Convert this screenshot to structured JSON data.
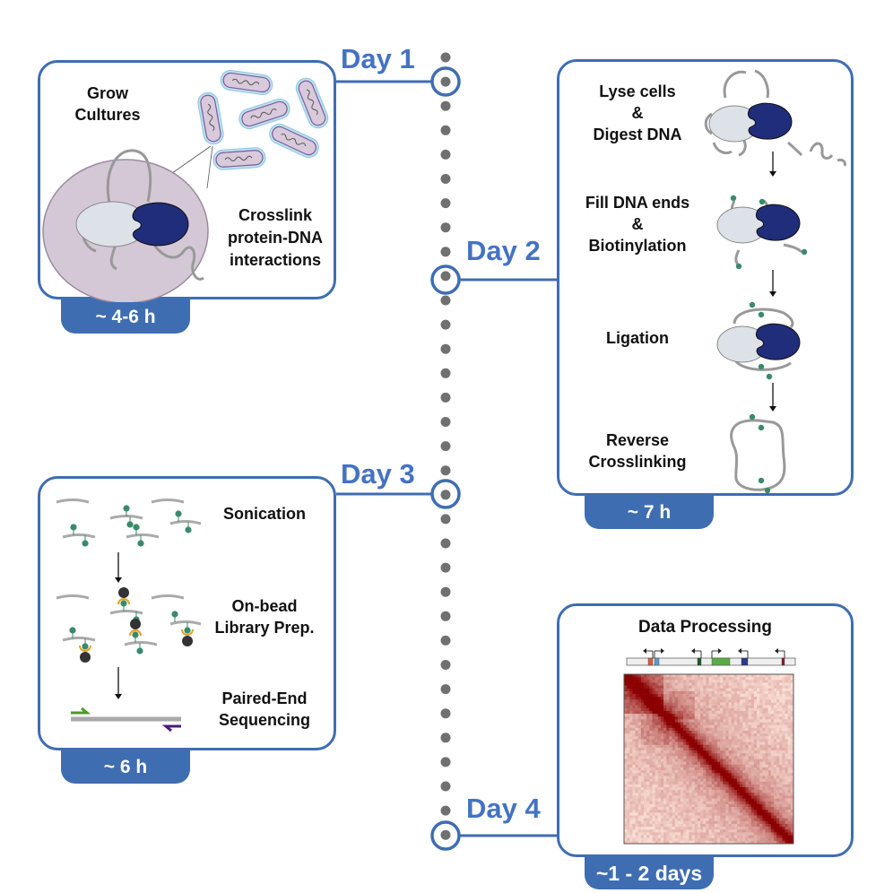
{
  "colors": {
    "accent": "#3f6db2",
    "day_label": "#4472c4",
    "timeline_dot": "#707070",
    "protein_dark": "#1f2d7a",
    "protein_light": "#dde2e8",
    "cell_fill": "#d5c8d6",
    "biotin": "#3a8a6a",
    "bead": "#333333",
    "streptavidin": "#e8a020",
    "primer_fwd": "#4a9a2a",
    "primer_rev": "#4a1a7a",
    "heatmap": "#8b0000"
  },
  "timeline": {
    "days": [
      {
        "label": "Day 1"
      },
      {
        "label": "Day 2"
      },
      {
        "label": "Day 3"
      },
      {
        "label": "Day 4"
      }
    ]
  },
  "panels": {
    "day1": {
      "steps": [
        "Grow\nCultures",
        "Crosslink\nprotein-DNA\ninteractions"
      ],
      "duration": "~ 4-6 h"
    },
    "day2": {
      "steps": [
        "Lyse cells\n&\nDigest DNA",
        "Fill DNA ends\n&\nBiotinylation",
        "Ligation",
        "Reverse\nCrosslinking"
      ],
      "duration": "~ 7 h"
    },
    "day3": {
      "steps": [
        "Sonication",
        "On-bead\nLibrary Prep.",
        "Paired-End\nSequencing"
      ],
      "duration": "~ 6 h"
    },
    "day4": {
      "title": "Data Processing",
      "duration": "~1 - 2 days",
      "genes": [
        {
          "color": "#d0603a",
          "strand": "-"
        },
        {
          "color": "#5a9ad0",
          "strand": "+"
        },
        {
          "color": "#1e5a1e",
          "strand": "-"
        },
        {
          "color": "#5aaa4a",
          "strand": "+"
        },
        {
          "color": "#2a3a8a",
          "strand": "-"
        },
        {
          "color": "#8a1a1a",
          "strand": "-"
        }
      ]
    }
  }
}
